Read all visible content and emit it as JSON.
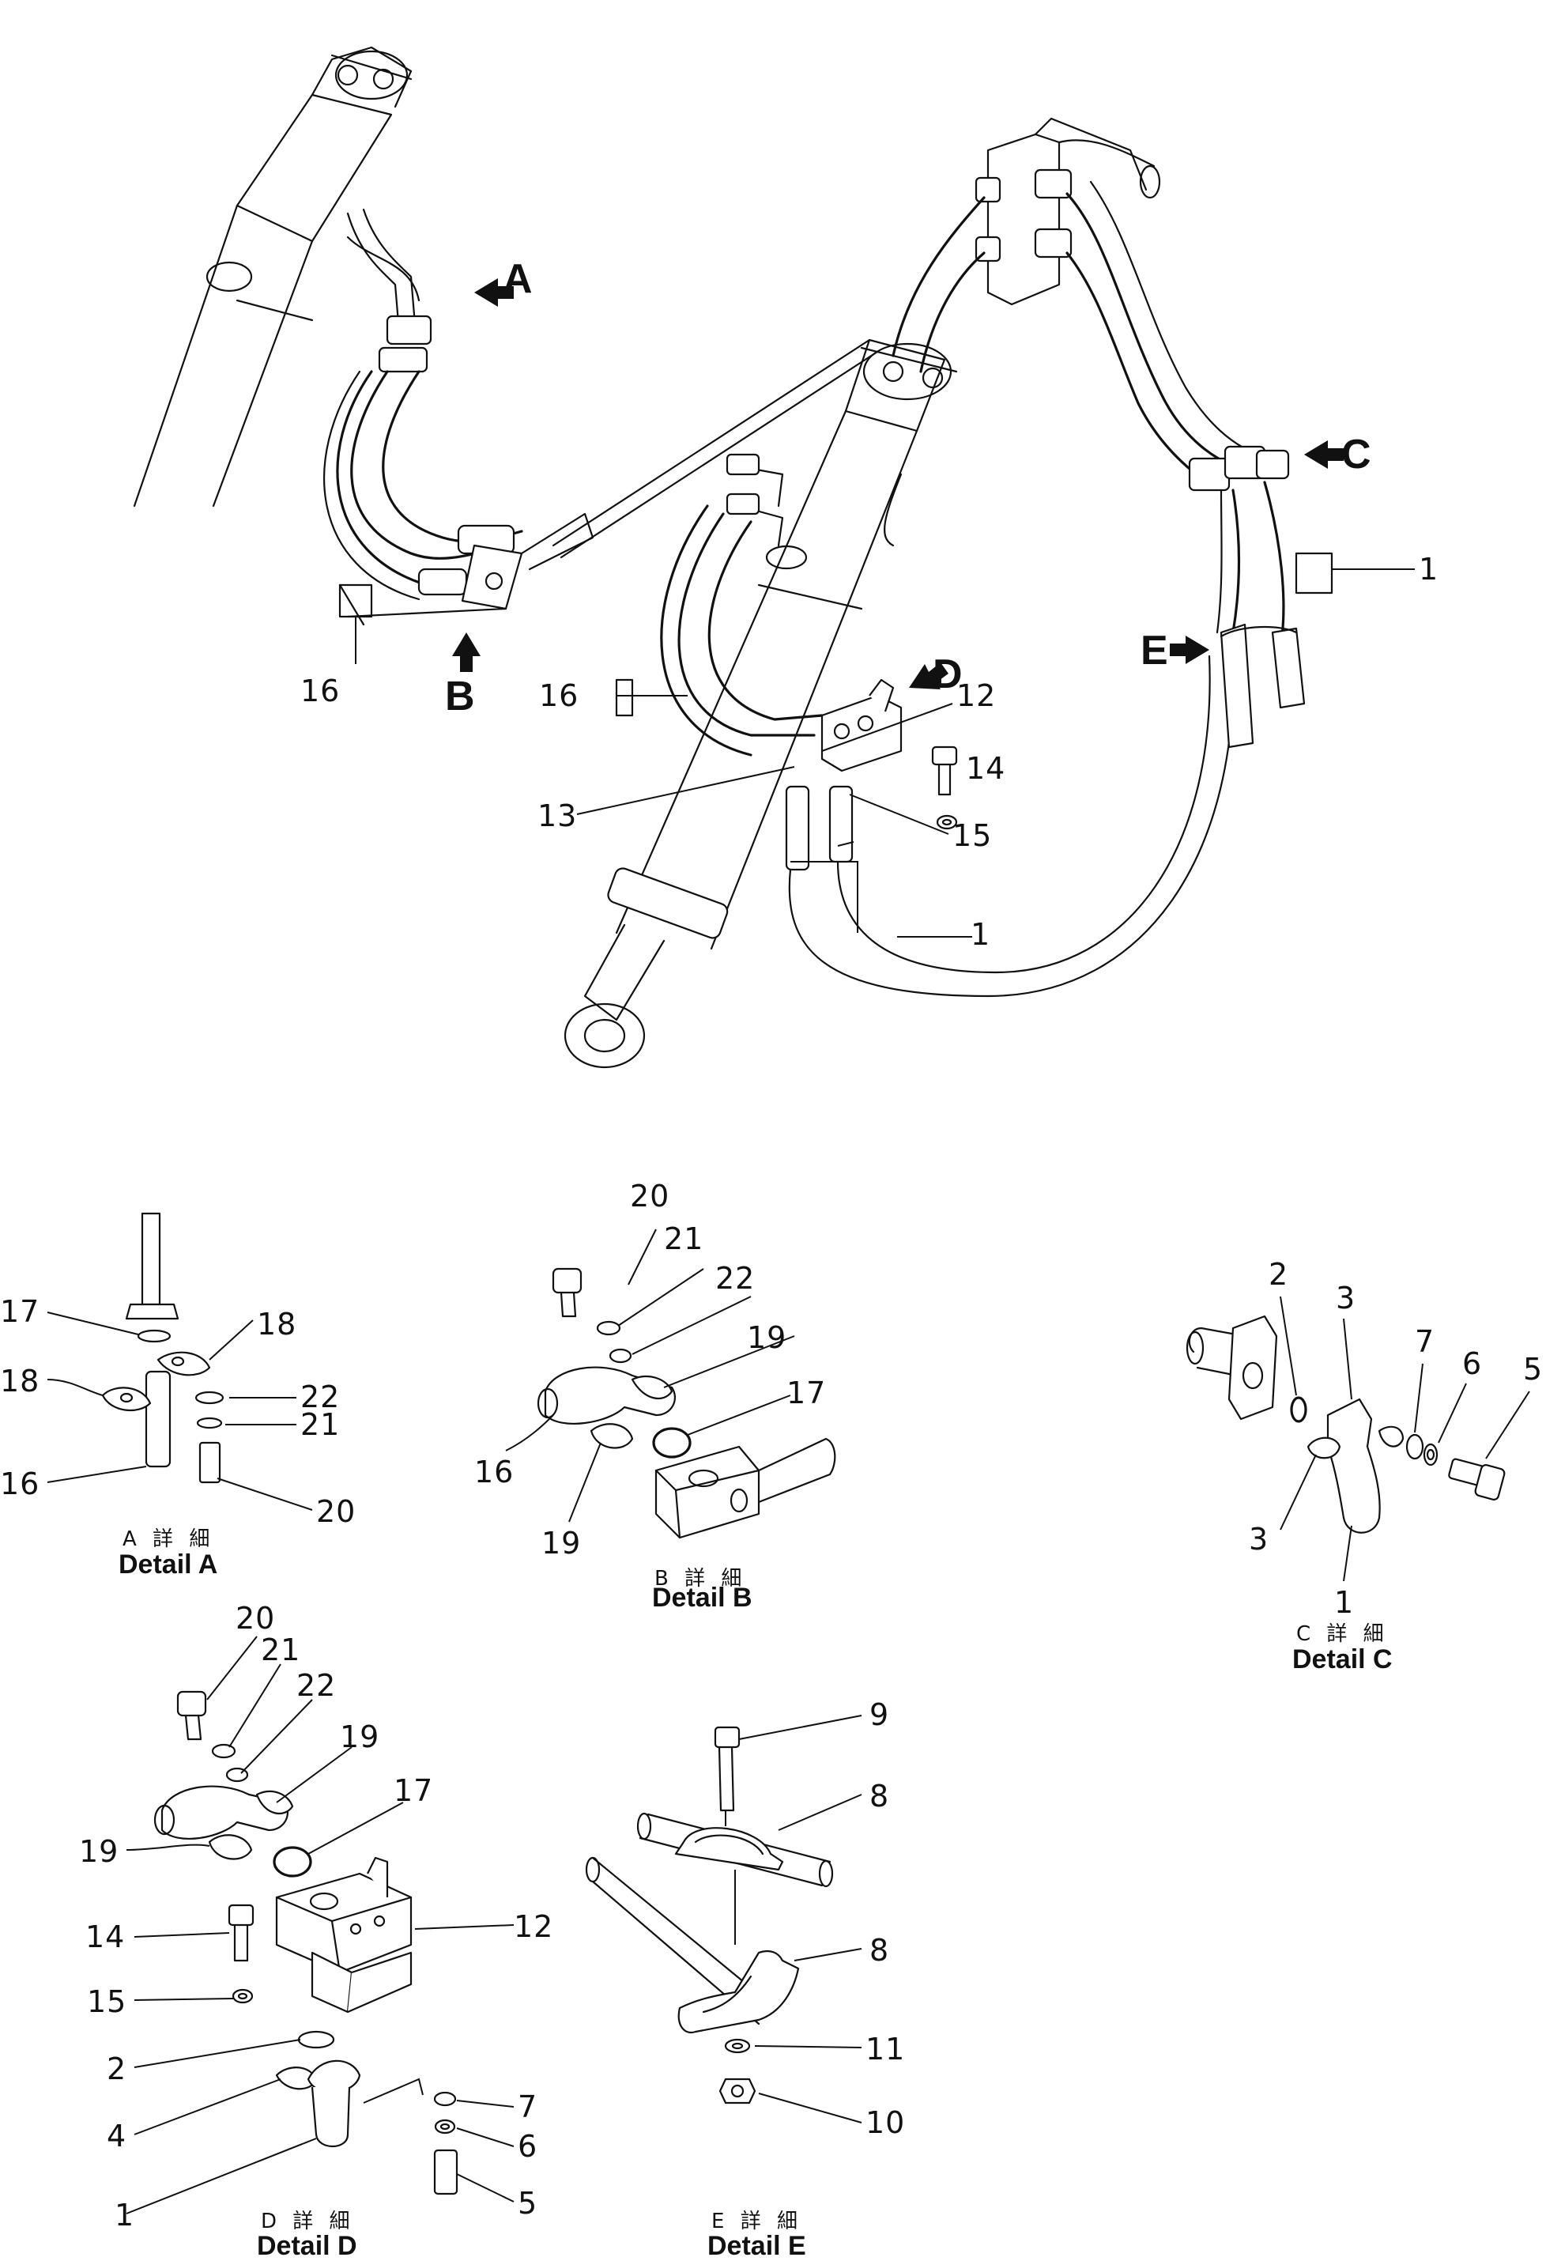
{
  "view_letters": [
    "A",
    "B",
    "C",
    "D",
    "E"
  ],
  "main_view_labels": [
    "1",
    "1",
    "12",
    "13",
    "14",
    "15",
    "16",
    "16"
  ],
  "detail_a": {
    "labels": [
      "17",
      "18",
      "18",
      "22",
      "21",
      "16",
      "20"
    ],
    "caption_jp": "A 詳 細",
    "caption_en": "Detail  A"
  },
  "detail_b": {
    "labels": [
      "20",
      "21",
      "22",
      "19",
      "17",
      "16",
      "19"
    ],
    "caption_jp": "B 詳 細",
    "caption_en": "Detail  B"
  },
  "detail_c": {
    "labels": [
      "2",
      "3",
      "7",
      "6",
      "5",
      "3",
      "1"
    ],
    "caption_jp": "C 詳 細",
    "caption_en": "Detail  C"
  },
  "detail_d": {
    "labels": [
      "20",
      "21",
      "22",
      "19",
      "17",
      "19",
      "14",
      "12",
      "15",
      "2",
      "4",
      "7",
      "6",
      "1",
      "5"
    ],
    "caption_jp": "D 詳 細",
    "caption_en": "Detail  D"
  },
  "detail_e": {
    "labels": [
      "9",
      "8",
      "8",
      "11",
      "10"
    ],
    "caption_jp": "E 詳 細",
    "caption_en": "Detail  E"
  }
}
